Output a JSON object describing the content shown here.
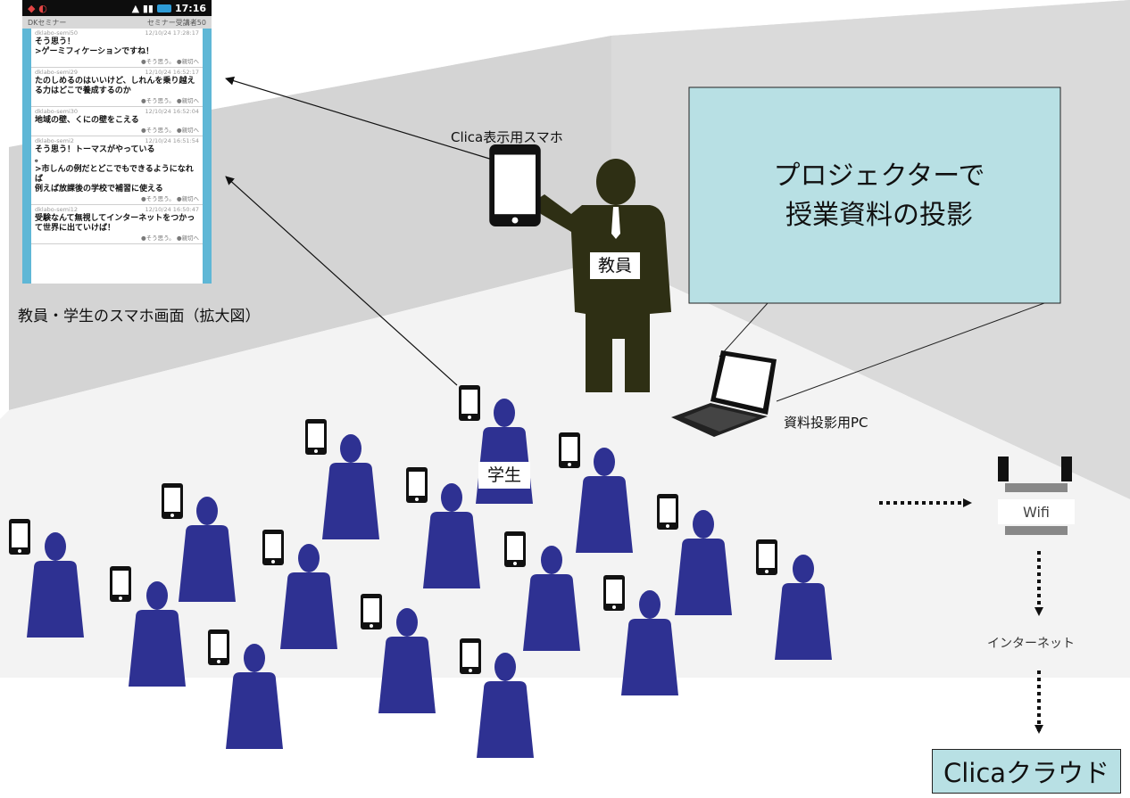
{
  "labels": {
    "phone_caption": "教員・学生のスマホ画面（拡大図）",
    "teacher_phone": "Clica表示用スマホ",
    "teacher": "教員",
    "student": "学生",
    "projection_line1": "プロジェクターで",
    "projection_line2": "授業資料の投影",
    "pc": "資料投影用PC",
    "wifi": "Wifi",
    "internet": "インターネット",
    "cloud": "Clicaクラウド"
  },
  "phone": {
    "time": "17:16",
    "app_left": "DKセミナー",
    "app_right": "セミナー受講者50",
    "messages": [
      {
        "user": "dklabo-semi50",
        "time": "12/10/24 17:28:17",
        "text": "そう思う！\n>ゲーミフィケーションですね！",
        "actions": "●そう思う。 ●親切へ"
      },
      {
        "user": "dklabo-semi29",
        "time": "12/10/24 16:52:17",
        "text": "たのしめるのはいいけど、しれんを乗り越える力はどこで養成するのか",
        "actions": "●そう思う。 ●親切へ"
      },
      {
        "user": "dklabo-semi30",
        "time": "12/10/24 16:52:04",
        "text": "地域の壁、くにの壁をこえる",
        "actions": "●そう思う。 ●親切へ"
      },
      {
        "user": "dklabo-semi2",
        "time": "12/10/24 16:51:54",
        "text": "そう思う！トーマスがやっている\n。\n>市しんの例だとどこでもできるようになれば\n例えば放課後の学校で補習に使える",
        "actions": "●そう思う。 ●親切へ"
      },
      {
        "user": "dklabo-semi12",
        "time": "12/10/24 16:50:47",
        "text": "受験なんて無視してインターネットをつかって世界に出ていけば！",
        "actions": "●そう思う。 ●親切へ"
      }
    ]
  },
  "colors": {
    "student": "#2e3192",
    "teacher": "#2e2f14",
    "projection_screen": "#b8e0e4",
    "wall": "#d6d6d6",
    "floor": "#f2f2f2"
  }
}
